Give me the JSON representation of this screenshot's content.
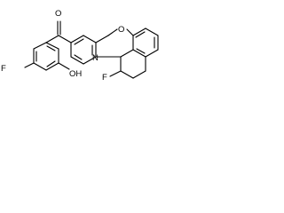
{
  "molecule": {
    "atoms": {
      "carbonyl_oxygen": "O",
      "pyran_oxygen": "O",
      "pyridine_nitrogen": "N",
      "fluorine_left": "F",
      "fluorine_right": "F",
      "hydroxyl": "OH"
    }
  }
}
